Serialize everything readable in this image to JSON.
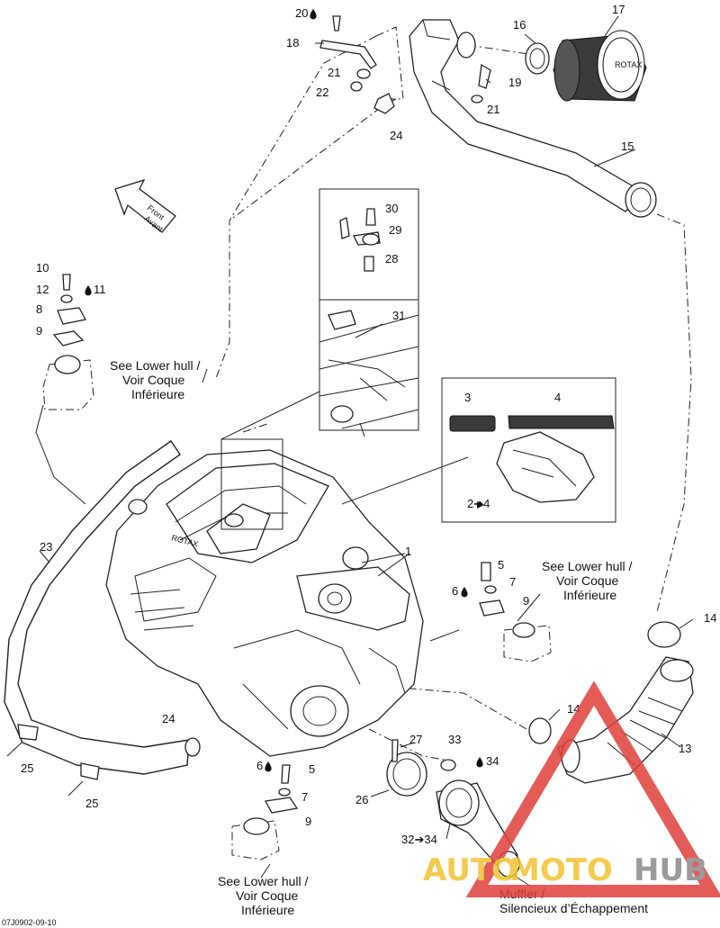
{
  "diagram_id": "07J0902-09-10",
  "watermark": {
    "brand_part1": "AUTO",
    "brand_part2": "MOTO",
    "brand_part3": "HUB",
    "color_red": "#e0403a",
    "color_yellow": "#f2c230",
    "color_gray": "#8a8a8a"
  },
  "labels": {
    "l1": "1",
    "l2_4": "2➔4",
    "l3": "3",
    "l4": "4",
    "l5a": "5",
    "l5b": "5",
    "l6a": "6",
    "l6b": "6",
    "l7a": "7",
    "l7b": "7",
    "l8": "8",
    "l9a": "9",
    "l9b": "9",
    "l9c": "9",
    "l10": "10",
    "l11": "11",
    "l12": "12",
    "l13": "13",
    "l14a": "14",
    "l14b": "14",
    "l15": "15",
    "l16": "16",
    "l17": "17",
    "l18": "18",
    "l19": "19",
    "l20": "20",
    "l21a": "21",
    "l21b": "21",
    "l22": "22",
    "l23": "23",
    "l24a": "24",
    "l24b": "24",
    "l25a": "25",
    "l25b": "25",
    "l26": "26",
    "l27": "27",
    "l28": "28",
    "l29": "29",
    "l30": "30",
    "l31": "31",
    "l32_34": "32➔34",
    "l33": "33",
    "l34": "34"
  },
  "notes": {
    "lower_hull_left": [
      "See Lower hull /",
      "Voir Coque",
      "Inférieure"
    ],
    "lower_hull_right": [
      "See Lower hull /",
      "Voir Coque",
      "Inférieure"
    ],
    "lower_hull_bottom": [
      "See Lower hull /",
      "Voir Coque",
      "Inférieure"
    ],
    "muffler": [
      "Muffler /",
      "Silencieux d’Échappement"
    ],
    "front": [
      "Front",
      "Avant"
    ],
    "filter_brand": "ROTAX",
    "cover_brand": "ROTAX"
  }
}
